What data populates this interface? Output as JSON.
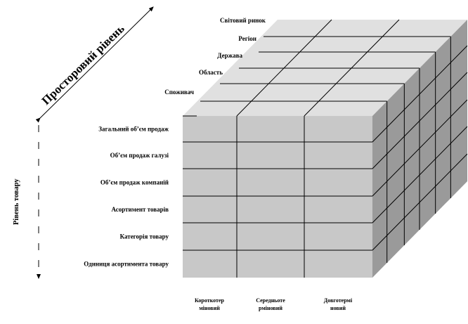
{
  "axes": {
    "spatial_title": "Просторовий рівень",
    "product_title": "Рівень товару"
  },
  "spatial_levels": [
    "Світовий ринок",
    "Регіон",
    "Держава",
    "Область",
    "Споживач"
  ],
  "product_levels": [
    "Загальний об’єм продаж",
    "Об’єм продаж галузі",
    "Об’єм продаж компаній",
    "Асортимент товарів",
    "Категорія товару",
    "Одиниця асортимента товару"
  ],
  "time_levels": [
    {
      "line1": "Короткотер",
      "line2": "міновий"
    },
    {
      "line1": "Середньоте",
      "line2": "рміновий"
    },
    {
      "line1": "Довготермі",
      "line2": "новий"
    }
  ],
  "colors": {
    "front": "#c8c8c8",
    "top": "#e0e0e0",
    "side": "#9a9a9a"
  }
}
